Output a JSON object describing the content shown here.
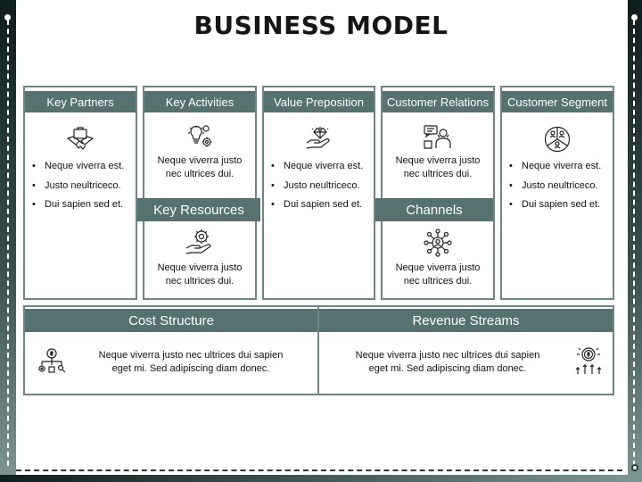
{
  "title": "BUSINESS MODEL",
  "colors": {
    "header": "#557270",
    "border": "#6d8583",
    "side": "#2a3938"
  },
  "key_partners": {
    "header": "Key Partners",
    "icon": "handshake-briefcase-icon",
    "bullets": [
      "Neque viverra est.",
      "Justo neultriceco.",
      "Dui sapien sed et."
    ]
  },
  "key_activities": {
    "header": "Key Activities",
    "icon": "lightbulb-gear-icon",
    "text_line1": "Neque viverra justo",
    "text_line2": "nec ultrices dui."
  },
  "key_resources": {
    "header": "Key Resources",
    "icon": "hand-gear-icon",
    "text_line1": "Neque viverra justo",
    "text_line2": "nec ultrices dui."
  },
  "value_proposition": {
    "header": "Value Preposition",
    "icon": "hand-diamond-icon",
    "bullets": [
      "Neque viverra est.",
      "Justo neultriceco.",
      "Dui sapien sed et."
    ]
  },
  "customer_relations": {
    "header": "Customer Relations",
    "icon": "customer-support-icon",
    "text_line1": "Neque viverra justo",
    "text_line2": "nec ultrices dui."
  },
  "channels": {
    "header": "Channels",
    "icon": "network-people-icon",
    "text_line1": "Neque viverra justo",
    "text_line2": "nec ultrices dui."
  },
  "customer_segment": {
    "header": "Customer Segment",
    "icon": "group-circle-icon",
    "bullets": [
      "Neque viverra est.",
      "Justo neultriceco.",
      "Dui sapien sed et."
    ]
  },
  "cost_structure": {
    "header": "Cost Structure",
    "icon": "cost-hierarchy-icon",
    "text_line1": "Neque viverra justo nec ultrices dui sapien",
    "text_line2": "eget mi. Sed adipiscing diam donec."
  },
  "revenue_streams": {
    "header": "Revenue Streams",
    "icon": "dollar-growth-icon",
    "text_line1": "Neque viverra justo nec ultrices dui sapien",
    "text_line2": "eget mi. Sed adipiscing diam donec."
  }
}
